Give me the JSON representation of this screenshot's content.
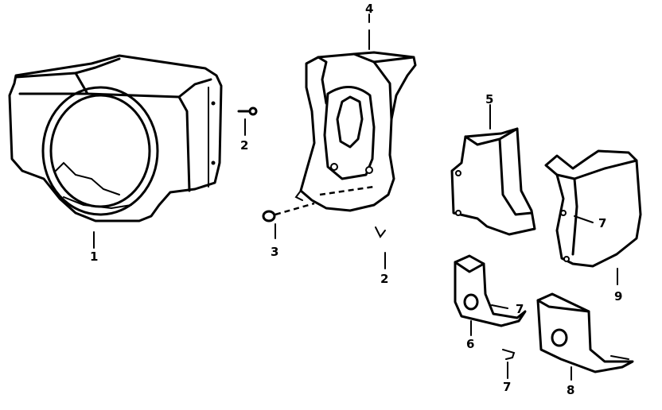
{
  "callouts": {
    "c1": "1",
    "c2a": "2",
    "c2b": "2",
    "c3": "3",
    "c4": "4",
    "c5": "5",
    "c6": "6",
    "c7a": "7",
    "c7b": "7",
    "c7c": "7",
    "c8": "8",
    "c9": "9"
  },
  "parts": [
    {
      "callout": "1",
      "icon": "blower-housing-shroud"
    },
    {
      "callout": "2",
      "icon": "screw"
    },
    {
      "callout": "3",
      "icon": "screw"
    },
    {
      "callout": "4",
      "icon": "screw"
    },
    {
      "callout": "5",
      "icon": "cylinder-shield"
    },
    {
      "callout": "6",
      "icon": "air-guide"
    },
    {
      "callout": "7",
      "icon": "screw"
    },
    {
      "callout": "8",
      "icon": "air-guide"
    },
    {
      "callout": "9",
      "icon": "cylinder-head-shield"
    }
  ],
  "colors": {
    "ink": "#000000",
    "paper": "#ffffff"
  }
}
